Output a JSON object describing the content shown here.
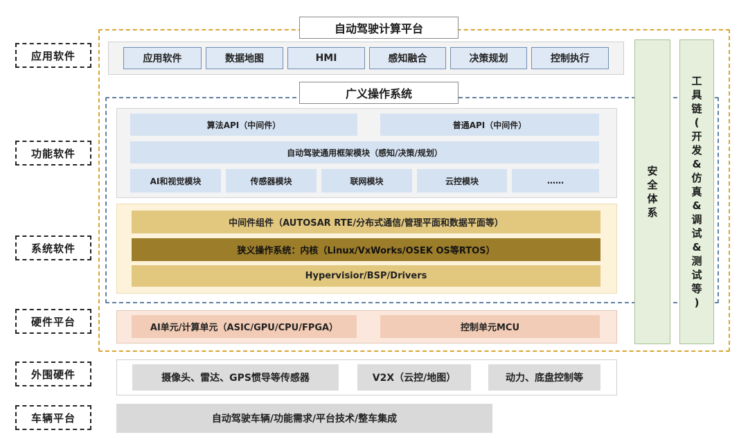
{
  "title": "自动驾驶计算平台",
  "side_labels": [
    "应用软件",
    "功能软件",
    "系统软件",
    "硬件平台",
    "外围硬件",
    "车辆平台"
  ],
  "application_row": [
    "应用软件",
    "数据地图",
    "HMI",
    "感知融合",
    "决策规划",
    "控制执行"
  ],
  "generalized_os_title": "广义操作系统",
  "functional": {
    "api_left": "算法API（中间件）",
    "api_right": "普通API（中间件）",
    "framework": "自动驾驶通用框架模块（感知/决策/规划）",
    "modules": [
      "AI和视觉模块",
      "传感器模块",
      "联网模块",
      "云控模块",
      "……"
    ]
  },
  "system": {
    "middleware": "中间件组件（AUTOSAR RTE/分布式通信/管理平面和数据平面等）",
    "narrow_os": "狭义操作系统：内核（Linux/VxWorks/OSEK OS等RTOS）",
    "hypervisor": "Hypervisior/BSP/Drivers"
  },
  "hardware": {
    "ai_unit": "AI单元/计算单元（ASIC/GPU/CPU/FPGA）",
    "control_unit": "控制单元MCU"
  },
  "safety_system": "安全体系",
  "toolchain": "工具链（开发&仿真&调试&测试等）",
  "peripheral": [
    "摄像头、雷达、GPS惯导等传感器",
    "V2X（云控/地图）",
    "动力、底盘控制等"
  ],
  "vehicle_platform": "自动驾驶车辆/功能需求/平台技术/整车集成",
  "colors": {
    "gold_frame": "#d8a531",
    "blue_frame": "#5f7ea3",
    "app_item": "#dfe8f5",
    "func_item": "#d5e2f2",
    "sys_item": "#e2c77e",
    "sys_dark": "#9c7d2a",
    "hw_item": "#f2ccb6",
    "safety_column": "#e5efdc",
    "peripheral_item": "#dcdcdc"
  }
}
